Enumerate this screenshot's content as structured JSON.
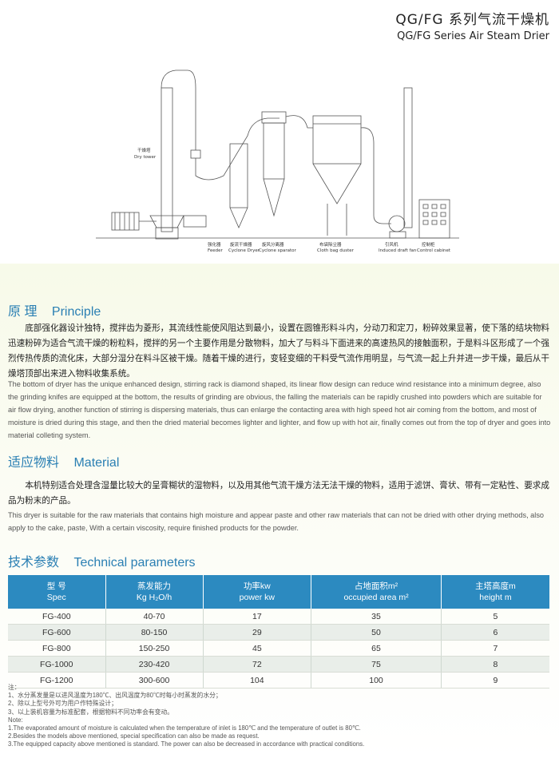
{
  "header": {
    "title_cn": "QG/FG 系列气流干燥机",
    "title_en": "QG/FG Series Air Steam Drier"
  },
  "diagram": {
    "dry_tower_cn": "干燥塔",
    "dry_tower_en": "Dry tower",
    "feeder_cn": "强化器",
    "feeder_en": "Feeder",
    "cyclone_dryer_cn": "旋流干燥器",
    "cyclone_dryer_en": "Cyclone Dryer",
    "cyclone_separator_cn": "旋风分离器",
    "cyclone_separator_en": "Cyclone sparator",
    "bag_duster_cn": "布袋除尘器",
    "bag_duster_en": "Cloth bag duster",
    "draft_fan_cn": "引风机",
    "draft_fan_en": "Induced draft fan",
    "control_cabinet_cn": "控制柜",
    "control_cabinet_en": "Control cabinet"
  },
  "principle": {
    "title_cn": "原 理",
    "title_en": "Principle",
    "text_cn": "底部强化器设计独特，搅拌齿为菱形，其流线性能使风阻达到最小，设置在圆锥形料斗内，分动刀和定刀，粉碎效果显著，使下落的结块物料迅速粉碎为适合气流干燥的粉粒料，搅拌的另一个主要作用是分散物料，加大了与料斗下面进来的高速热风的接触面积，于是料斗区形成了一个强烈传热传质的流化床，大部分湿分在料斗区被干燥。随着干燥的进行，变轻变细的干料受气流作用明显，与气流一起上升并进一步干燥，最后从干燥塔顶部出来进入物料收集系统。",
    "text_en": "The bottom of dryer has the unique enhanced design, stirring rack is diamond shaped, its linear flow design can reduce wind resistance into a minimum degree, also the grinding knifes are equipped at the bottom, the results of grinding are obvious, the falling the materials can be rapidly crushed into powders which are suitable for air flow drying, another function of stirring is dispersing materials, thus can enlarge the contacting area with high speed hot air coming from the bottom, and most of moisture is dried during this stage, and then the dried material becomes lighter and lighter, and flow up with hot air, finally comes out from the top of dryer and goes into material colleting system."
  },
  "material": {
    "title_cn": "适应物料",
    "title_en": "Material",
    "text_cn": "本机特别适合处理含湿量比较大的呈膏糊状的湿物料，以及用其他气流干燥方法无法干燥的物料，适用于滤饼、膏状、带有一定粘性、要求成品为粉末的产品。",
    "text_en": "This dryer is suitable for the raw materials that contains high moisture and appear paste and other raw materials that can not be dried with other drying methods, also apply to the cake, paste, With a certain viscosity, require finished products for the powder."
  },
  "technical": {
    "title_cn": "技术参数",
    "title_en": "Technical parameters",
    "columns": [
      {
        "cn": "型  号",
        "en": "Spec"
      },
      {
        "cn": "蒸发能力",
        "en": "Kg H₂O/h"
      },
      {
        "cn": "功率kw",
        "en": "power kw"
      },
      {
        "cn": "占地面积m²",
        "en": "occupied area m²"
      },
      {
        "cn": "主塔高度m",
        "en": "height m"
      }
    ],
    "rows": [
      [
        "FG-400",
        "40-70",
        "17",
        "35",
        "5"
      ],
      [
        "FG-600",
        "80-150",
        "29",
        "50",
        "6"
      ],
      [
        "FG-800",
        "150-250",
        "45",
        "65",
        "7"
      ],
      [
        "FG-1000",
        "230-420",
        "72",
        "75",
        "8"
      ],
      [
        "FG-1200",
        "300-600",
        "104",
        "100",
        "9"
      ]
    ]
  },
  "notes": {
    "lines": [
      "注：",
      "1、水分蒸发量是以进风温度为180℃、出风温度为80℃时每小时蒸发的水分；",
      "2、除以上型号外可为用户作特殊设计；",
      "3、以上装机容量为标准配套，根据物料不同功率会有变动。",
      "Note:",
      "1.The evaporated amount of moisture is calculated when the temperature of inlet is 180℃ and the temperature of outlet is 80℃.",
      "2.Besides the models above mentioned, special specification can also be made as request.",
      "3.The equipped capacity above mentioned is standard.  The power can also be decreased in accordance with practical conditions."
    ]
  }
}
